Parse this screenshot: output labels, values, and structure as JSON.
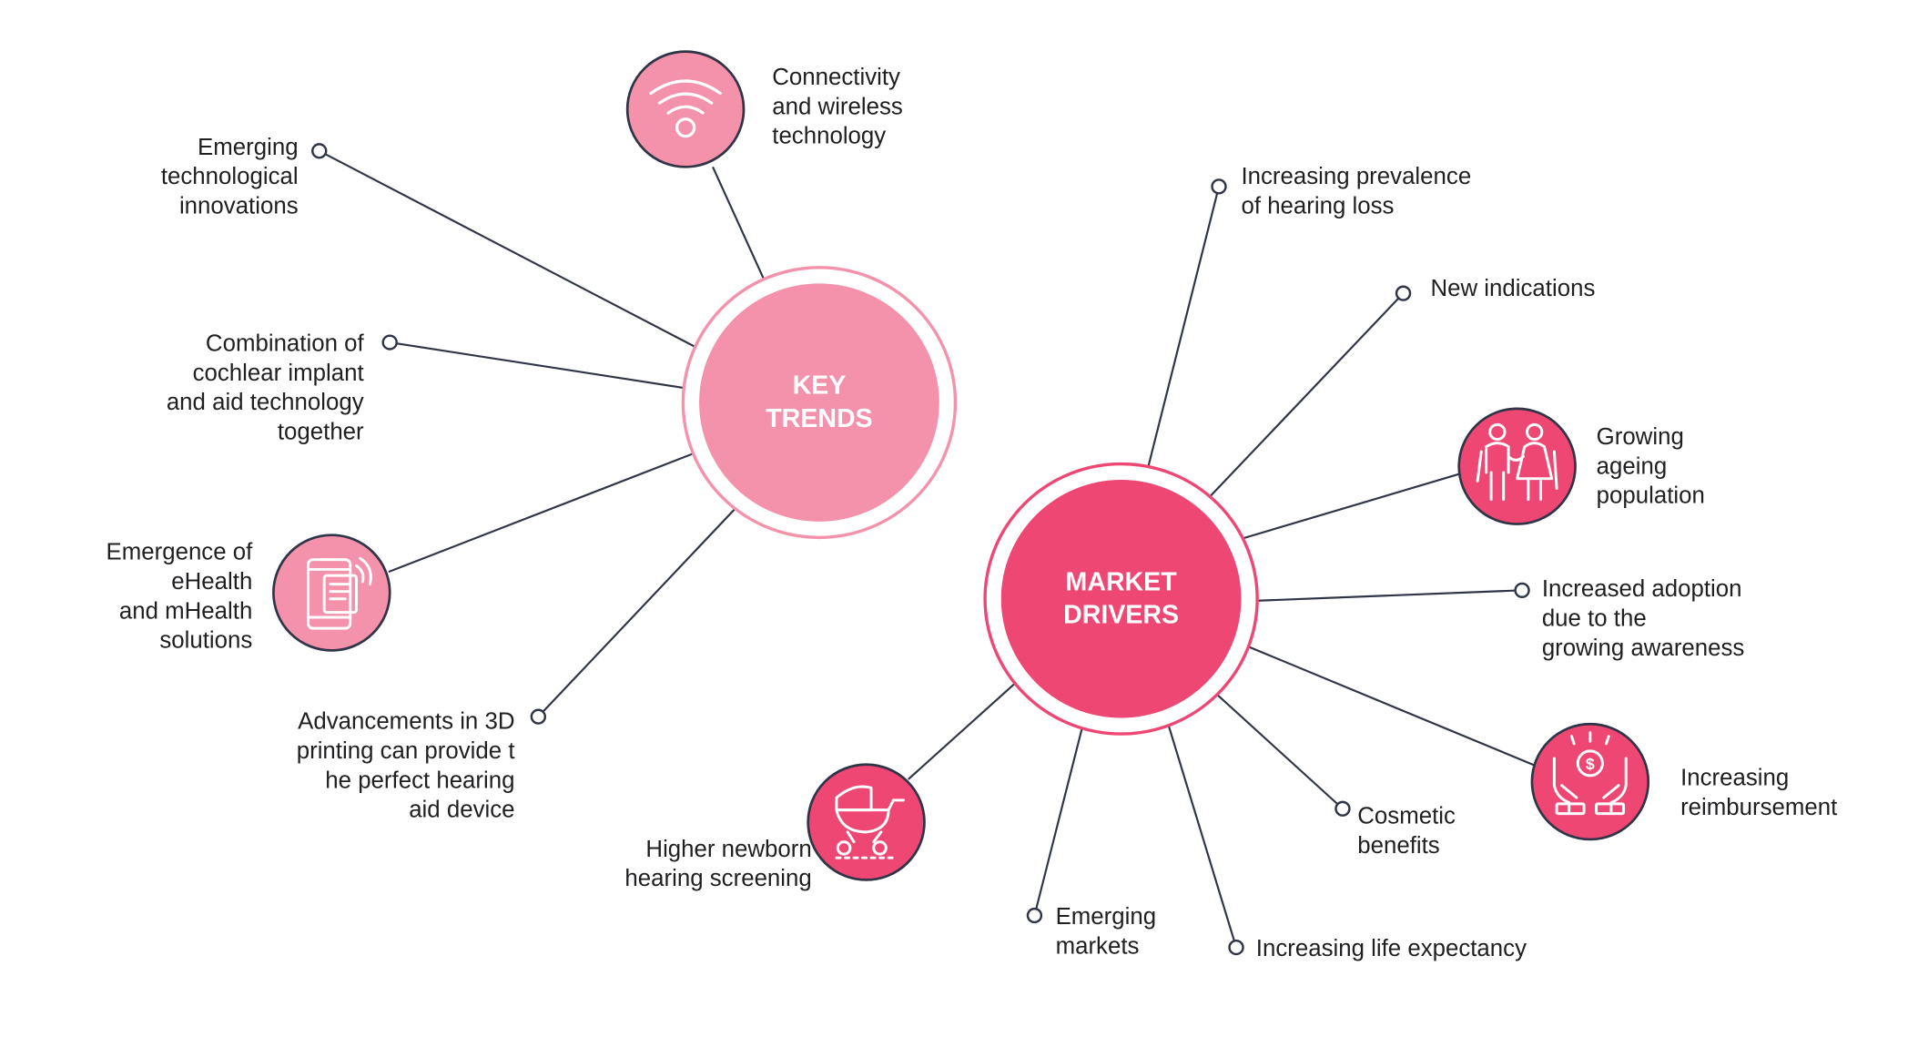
{
  "colors": {
    "trends_fill": "#f492ab",
    "drivers_fill": "#ef4774",
    "line": "#2f3547",
    "text": "#1f1f22"
  },
  "key_trends": {
    "title": "KEY\nTRENDS",
    "items": [
      {
        "label": "Connectivity\nand wireless\ntechnology",
        "icon": "wifi-icon"
      },
      {
        "label": "Emerging\ntechnological\ninnovations"
      },
      {
        "label": "Combination of\ncochlear implant\nand aid technology\ntogether"
      },
      {
        "label": "Emergence of\neHealth\nand mHealth\nsolutions",
        "icon": "mobile-health-icon"
      },
      {
        "label": "Advancements in 3D\nprinting can provide t\nhe perfect hearing\naid device"
      }
    ]
  },
  "market_drivers": {
    "title": "MARKET\nDRIVERS",
    "items": [
      {
        "label": "Increasing prevalence\nof hearing loss"
      },
      {
        "label": "New indications"
      },
      {
        "label": "Growing\nageing\npopulation",
        "icon": "elderly-couple-icon"
      },
      {
        "label": "Increased adoption\ndue to the\ngrowing awareness"
      },
      {
        "label": "Increasing\nreimbursement",
        "icon": "hands-money-icon"
      },
      {
        "label": "Cosmetic\nbenefits"
      },
      {
        "label": "Increasing life expectancy"
      },
      {
        "label": "Emerging\nmarkets"
      },
      {
        "label": "Higher newborn\nhearing screening",
        "icon": "baby-stroller-icon"
      }
    ]
  }
}
